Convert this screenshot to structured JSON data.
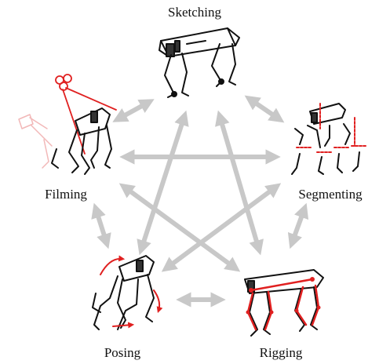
{
  "stages": {
    "sketching": "Sketching",
    "segmenting": "Segmenting",
    "rigging": "Rigging",
    "posing": "Posing",
    "filming": "Filming"
  },
  "colors": {
    "arrow": "#c8c8c8",
    "ink": "#111111",
    "accent": "#e02020"
  },
  "icons": [
    "robot-dog-sketch-icon",
    "segmented-parts-icon",
    "rigged-skeleton-icon",
    "pose-rotation-icon",
    "camera-film-icon"
  ]
}
